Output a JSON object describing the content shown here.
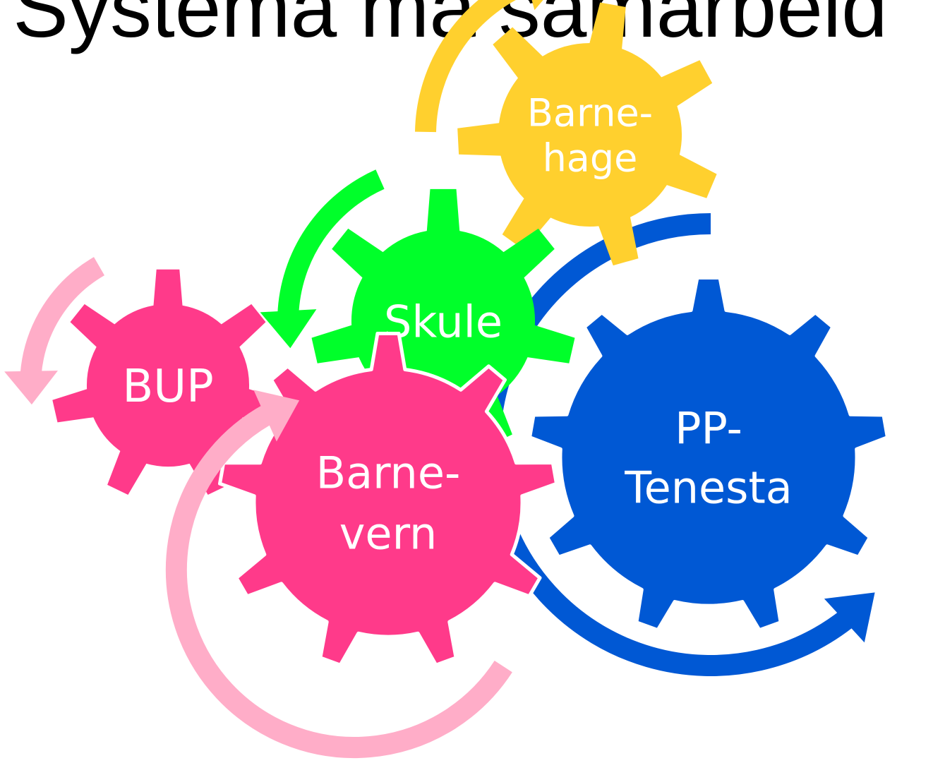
{
  "title": "Systema må samarbeid",
  "gears": [
    {
      "id": "barnehage",
      "lines": [
        "Barne-",
        "hage"
      ],
      "color": "#ffd02e"
    },
    {
      "id": "skule",
      "lines": [
        "Skule"
      ],
      "color": "#00ff2a"
    },
    {
      "id": "bup",
      "lines": [
        "BUP"
      ],
      "color": "#ff3a8a"
    },
    {
      "id": "barnevern",
      "lines": [
        "Barne-",
        "vern"
      ],
      "color": "#ff3a8a"
    },
    {
      "id": "pp-tenesta",
      "lines": [
        "PP-",
        "Tenesta"
      ],
      "color": "#0058d4"
    }
  ],
  "arrows": [
    {
      "id": "barnehage",
      "color": "#ffd02e"
    },
    {
      "id": "skule",
      "color": "#00ff2a"
    },
    {
      "id": "bup",
      "color": "#ffadc8"
    },
    {
      "id": "barnevern",
      "color": "#ffadc8"
    },
    {
      "id": "pp-tenesta",
      "color": "#0058d4"
    }
  ]
}
